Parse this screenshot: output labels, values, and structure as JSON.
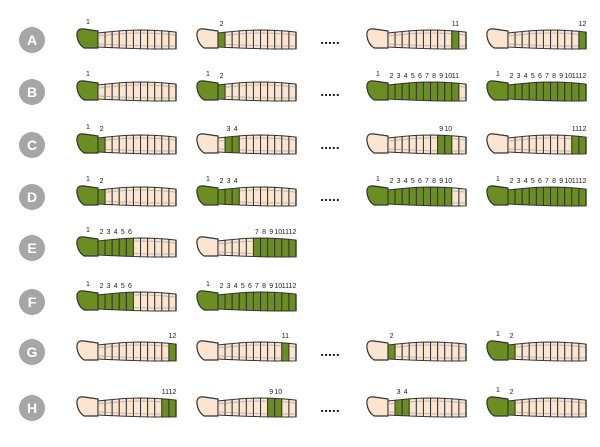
{
  "colors": {
    "active": "#6b8e23",
    "inactive": "#fbe4d0",
    "outline": "#333333",
    "badge": "#a6a6a6",
    "badge_text": "#ffffff"
  },
  "ellipsis": ".....",
  "rows": [
    {
      "letter": "A",
      "cells": [
        {
          "col": 0,
          "active": [
            1
          ],
          "labels": [
            1
          ]
        },
        {
          "col": 1,
          "active": [
            2
          ],
          "labels": [
            2
          ]
        },
        {
          "dots": true
        },
        {
          "col": 3,
          "active": [
            11
          ],
          "labels": [
            11
          ]
        },
        {
          "col": 4,
          "active": [
            12
          ],
          "labels": [
            12
          ]
        }
      ]
    },
    {
      "letter": "B",
      "cells": [
        {
          "col": 0,
          "active": [
            1
          ],
          "labels": [
            1
          ]
        },
        {
          "col": 1,
          "active": [
            1,
            2
          ],
          "labels": [
            1,
            2
          ]
        },
        {
          "dots": true
        },
        {
          "col": 3,
          "active": [
            1,
            2,
            3,
            4,
            5,
            6,
            7,
            8,
            9,
            10,
            11
          ],
          "labels": [
            1,
            2,
            3,
            4,
            5,
            6,
            7,
            8,
            9,
            10,
            11
          ]
        },
        {
          "col": 4,
          "active": [
            1,
            2,
            3,
            4,
            5,
            6,
            7,
            8,
            9,
            10,
            11,
            12
          ],
          "labels": [
            1,
            2,
            3,
            4,
            5,
            6,
            7,
            8,
            9,
            10,
            11,
            12
          ]
        }
      ]
    },
    {
      "letter": "C",
      "cells": [
        {
          "col": 0,
          "active": [
            1,
            2
          ],
          "labels": [
            1,
            2
          ]
        },
        {
          "col": 1,
          "active": [
            3,
            4
          ],
          "labels": [
            3,
            4
          ]
        },
        {
          "dots": true
        },
        {
          "col": 3,
          "active": [
            9,
            10
          ],
          "labels": [
            9,
            10
          ]
        },
        {
          "col": 4,
          "active": [
            11,
            12
          ],
          "labels": [
            11,
            12
          ]
        }
      ]
    },
    {
      "letter": "D",
      "cells": [
        {
          "col": 0,
          "active": [
            1,
            2
          ],
          "labels": [
            1,
            2
          ]
        },
        {
          "col": 1,
          "active": [
            1,
            2,
            3,
            4
          ],
          "labels": [
            1,
            2,
            3,
            4
          ]
        },
        {
          "dots": true
        },
        {
          "col": 3,
          "active": [
            1,
            2,
            3,
            4,
            5,
            6,
            7,
            8,
            9,
            10
          ],
          "labels": [
            1,
            2,
            3,
            4,
            5,
            6,
            7,
            8,
            9,
            10
          ]
        },
        {
          "col": 4,
          "active": [
            1,
            2,
            3,
            4,
            5,
            6,
            7,
            8,
            9,
            10,
            11,
            12
          ],
          "labels": [
            1,
            2,
            3,
            4,
            5,
            6,
            7,
            8,
            9,
            10,
            11,
            12
          ]
        }
      ]
    },
    {
      "letter": "E",
      "cells": [
        {
          "col": 0,
          "active": [
            1,
            2,
            3,
            4,
            5,
            6
          ],
          "labels": [
            1,
            2,
            3,
            4,
            5,
            6
          ]
        },
        {
          "col": 1,
          "active": [
            7,
            8,
            9,
            10,
            11,
            12
          ],
          "labels": [
            7,
            8,
            9,
            10,
            11,
            12
          ]
        }
      ]
    },
    {
      "letter": "F",
      "cells": [
        {
          "col": 0,
          "active": [
            1,
            2,
            3,
            4,
            5,
            6
          ],
          "labels": [
            1,
            2,
            3,
            4,
            5,
            6
          ]
        },
        {
          "col": 1,
          "active": [
            1,
            2,
            3,
            4,
            5,
            6,
            7,
            8,
            9,
            10,
            11,
            12
          ],
          "labels": [
            1,
            2,
            3,
            4,
            5,
            6,
            7,
            8,
            9,
            10,
            11,
            12
          ]
        }
      ]
    },
    {
      "letter": "G",
      "cells": [
        {
          "col": 0,
          "active": [
            12
          ],
          "labels": [
            12
          ]
        },
        {
          "col": 1,
          "active": [
            11
          ],
          "labels": [
            11
          ]
        },
        {
          "dots": true
        },
        {
          "col": 3,
          "active": [
            2
          ],
          "labels": [
            2
          ]
        },
        {
          "col": 4,
          "active": [
            1,
            2
          ],
          "labels": [
            1,
            2
          ]
        }
      ]
    },
    {
      "letter": "H",
      "cells": [
        {
          "col": 0,
          "active": [
            11,
            12
          ],
          "labels": [
            11,
            12
          ]
        },
        {
          "col": 1,
          "active": [
            9,
            10
          ],
          "labels": [
            9,
            10
          ]
        },
        {
          "dots": true
        },
        {
          "col": 3,
          "active": [
            3,
            4
          ],
          "labels": [
            3,
            4
          ]
        },
        {
          "col": 4,
          "active": [
            1,
            2
          ],
          "labels": [
            1,
            2
          ]
        }
      ]
    }
  ]
}
